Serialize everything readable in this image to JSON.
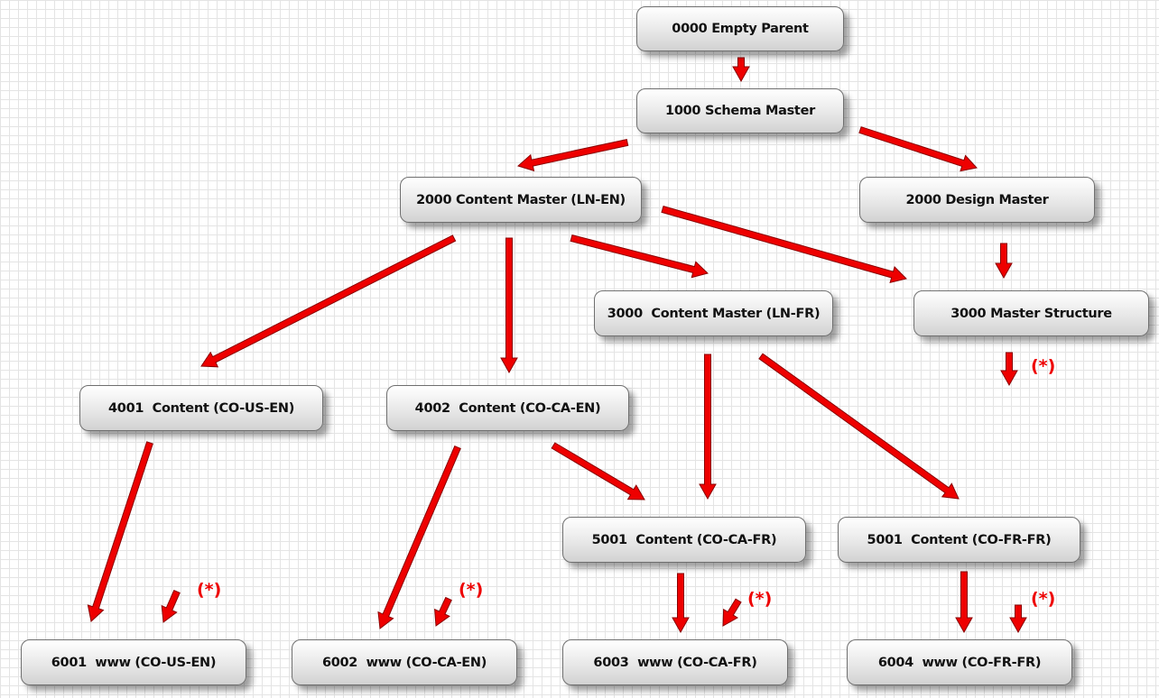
{
  "nodes": {
    "empty_parent": "0000 Empty Parent",
    "schema_master": "1000 Schema Master",
    "content_master_ln_en": "2000 Content Master (LN-EN)",
    "design_master": "2000 Design Master",
    "content_master_ln_fr": "3000  Content Master (LN-FR)",
    "master_structure": "3000 Master Structure",
    "content_co_us_en": "4001  Content (CO-US-EN)",
    "content_co_ca_en": "4002  Content (CO-CA-EN)",
    "content_co_ca_fr": "5001  Content (CO-CA-FR)",
    "content_co_fr_fr": "5001  Content (CO-FR-FR)",
    "www_co_us_en": "6001  www (CO-US-EN)",
    "www_co_ca_en": "6002  www (CO-CA-EN)",
    "www_co_ca_fr": "6003  www (CO-CA-FR)",
    "www_co_fr_fr": "6004  www (CO-FR-FR)"
  },
  "markers": {
    "star_master_structure": "(*)",
    "star_6001": "(*)",
    "star_6002": "(*)",
    "star_6003": "(*)",
    "star_6004": "(*)"
  },
  "colors": {
    "arrow_fill": "#ee0000",
    "arrow_outline": "#8a0000",
    "star_text": "#ee0000"
  }
}
